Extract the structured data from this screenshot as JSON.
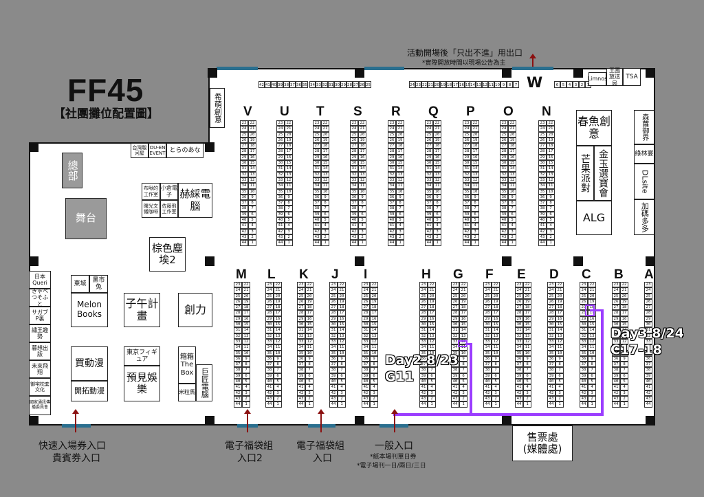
{
  "title": "FF45",
  "subtitle": "【社團攤位配置圖】",
  "exit_note": "活動開場後「只出不進」用出口",
  "exit_note2": "*實際開放時間以現場公告為主",
  "row_labels_top": [
    "V",
    "U",
    "T",
    "S",
    "R",
    "Q",
    "P",
    "O",
    "N"
  ],
  "row_labels_bottom": [
    "M",
    "L",
    "K",
    "J",
    "I",
    "H",
    "G",
    "F",
    "E",
    "D",
    "C",
    "B",
    "A"
  ],
  "w_label": "W",
  "top_left_nums": [
    "42",
    "41",
    "40",
    "39",
    "38",
    "37",
    "36",
    "35"
  ],
  "top_mid_nums": [
    "34",
    "33",
    "32",
    "31",
    "30",
    "29",
    "28",
    "27",
    "26",
    "25"
  ],
  "top_right_nums": [
    "24",
    "23",
    "22",
    "21",
    "20",
    "19",
    "18",
    "17",
    "16",
    "15"
  ],
  "top_right_nums2": [
    "14",
    "13",
    "12",
    "11",
    "10",
    "9",
    "8",
    "7"
  ],
  "top_w_nums": [
    "6",
    "5",
    "4",
    "3",
    "2",
    "1"
  ],
  "booths": {
    "kiboumaki": "希萌創意",
    "taiwan": "台灣駿河屋",
    "ouen": "OU-EN EVENT",
    "toranoana": "とらのあな",
    "soubu": "總部",
    "stage": "舞台",
    "bubu": "布啾的工作室",
    "xiaocang": "小倉電子",
    "shuguang": "曙光文儀咖啡",
    "zuoteng": "佐藤飛工作室",
    "hechai": "赫綵電腦",
    "zongse": "棕色塵埃2",
    "riben": "日本Queri",
    "kyabetsu": "きゃべつそふと",
    "sagaba": "サガブ P裏",
    "xiuwang": "繡王趣勢",
    "musi": "暮想出版",
    "weilai": "未來飛翔",
    "yuzhai": "御宅枕套文化",
    "guojia": "國家通訊傳播委員會",
    "dongcheng": "東城",
    "heishi": "黑市兔",
    "melon": "Melon Books",
    "ziwu": "子午計畫",
    "chuangli": "創力",
    "maidongman": "買動漫",
    "kaituo": "開拓動漫",
    "dongjing": "東京フィギュア",
    "yujian": "預見娛樂",
    "xiangxiang": "箱箱 The Box",
    "juji": "巨匠電腦",
    "milima": "米粒馬",
    "chunyu": "春魚創意",
    "mangguo": "芒果派對",
    "jinyu": "金玉選寶會",
    "alg": "ALG",
    "senluo": "森蘿御界",
    "lvlin": "綠林宴",
    "dlsite": "DLsite",
    "jiama": "加碼多多",
    "limnos": "Limnos",
    "wangguo": "王國放送局",
    "tsa": "TSA",
    "ticket": "售票處\n(媒體處)"
  },
  "entrances": {
    "fast": "快速入場券入口",
    "vip": "貴賓券入口",
    "efuku2": "電子福袋組",
    "efuku2b": "入口2",
    "efuku": "電子福袋組",
    "efukub": "入口",
    "general": "一般入口",
    "general_n1": "*紙本場刊單日券",
    "general_n2": "*電子場刊一日/兩日/三日"
  },
  "day2": "Day2 8/23",
  "day2b": "G11",
  "day3": "Day3 8/24",
  "day3b": "C17-18",
  "colors": {
    "route": "#9b3dff",
    "door": "#2a6f8f",
    "bg": "#8a8a8a"
  }
}
